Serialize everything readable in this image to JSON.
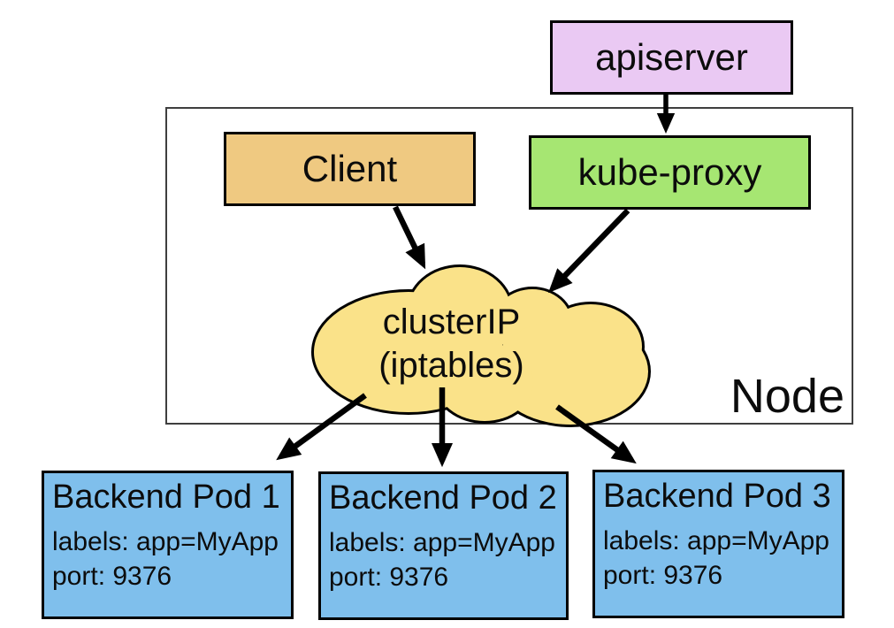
{
  "diagram": {
    "title_hint": "Kubernetes service clusterIP iptables overview",
    "apiserver": {
      "label": "apiserver"
    },
    "node": {
      "label": "Node"
    },
    "client": {
      "label": "Client"
    },
    "kube_proxy": {
      "label": "kube-proxy"
    },
    "cluster_ip": {
      "line1": "clusterIP",
      "line2": "(iptables)"
    },
    "pods": [
      {
        "title": "Backend Pod 1",
        "labels": "labels: app=MyApp",
        "port": "port: 9376"
      },
      {
        "title": "Backend Pod 2",
        "labels": "labels: app=MyApp",
        "port": "port: 9376"
      },
      {
        "title": "Backend Pod 3",
        "labels": "labels: app=MyApp",
        "port": "port: 9376"
      }
    ],
    "arrows": [
      {
        "from": "apiserver",
        "to": "kube-proxy"
      },
      {
        "from": "client",
        "to": "cluster-ip-cloud"
      },
      {
        "from": "kube-proxy",
        "to": "cluster-ip-cloud"
      },
      {
        "from": "cluster-ip-cloud",
        "to": "backend-pod-1"
      },
      {
        "from": "cluster-ip-cloud",
        "to": "backend-pod-2"
      },
      {
        "from": "cluster-ip-cloud",
        "to": "backend-pod-3"
      }
    ],
    "colors": {
      "apiserver_fill": "#eac9f3",
      "client_fill": "#efc981",
      "kube_proxy_fill": "#a6e672",
      "cloud_fill": "#fae289",
      "pod_fill": "#7fbfec",
      "outline": "#000000",
      "node_border": "#3f3f3f"
    }
  }
}
